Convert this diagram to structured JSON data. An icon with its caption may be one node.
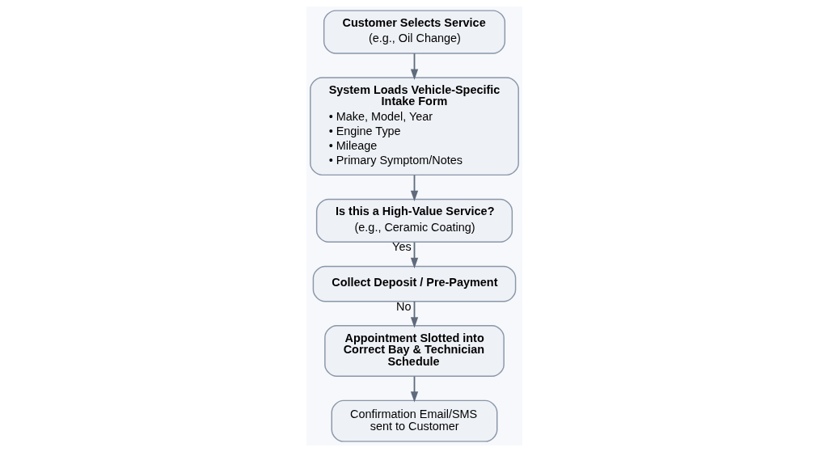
{
  "diagram": {
    "nodes": [
      {
        "text": [
          "Customer Selects Service",
          "(e.g., Oil Change)"
        ]
      },
      {
        "text": [
          "System Loads Vehicle-Specific Intake Form",
          "• Make, Model, Year",
          "• Engine Type",
          "• Mileage",
          "• Primary Symptom/Notes"
        ]
      },
      {
        "text": [
          "Is this a High-Value Service?",
          "(e.g., Ceramic Coating)"
        ]
      },
      {
        "text": [
          "Collect Deposit / Pre-Payment"
        ]
      },
      {
        "text": [
          "Appointment Slotted into Correct Bay & Technician Schedule"
        ]
      },
      {
        "text": [
          "Confirmation Email/SMS sent to Customer"
        ]
      }
    ],
    "edges": [
      {
        "from": 0,
        "to": 1,
        "arrow": "to"
      },
      {
        "from": 1,
        "to": 2,
        "arrow": "to"
      },
      {
        "from": 2,
        "to": 3,
        "arrow": "to",
        "label": "Yes"
      },
      {
        "from": 3,
        "to": 4,
        "arrow": "to",
        "label": "No"
      },
      {
        "from": 4,
        "to": 5,
        "arrow": "to"
      }
    ]
  }
}
